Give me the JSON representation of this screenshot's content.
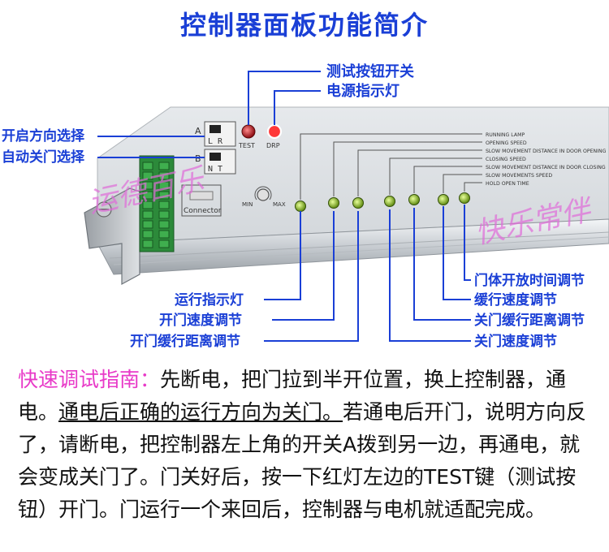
{
  "title": "控制器面板功能简介",
  "top_labels": {
    "test_button": "测试按钮开关",
    "power_indicator": "电源指示灯"
  },
  "left_labels": {
    "open_direction": "开启方向选择",
    "auto_close": "自动关门选择"
  },
  "panel_text": {
    "switch_a_letter": "A",
    "switch_a_options": "L  R",
    "switch_b_letter": "B",
    "switch_b_options": "N  T",
    "test_label": "TEST",
    "drp_label": "DRP",
    "knob_min": "MIN",
    "knob_max": "MAX",
    "connector": "Connector",
    "legend": [
      "RUNNING LAMP",
      "OPENING SPEED",
      "SLOW MOVEMENT DISTANCE IN DOOR OPENING",
      "CLOSING SPEED",
      "SLOW MOVEMENT DISTANCE IN DOOR CLOSING",
      "SLOW MOVEMENTS SPEED",
      "HOLD OPEN TIME"
    ]
  },
  "bottom_left_labels": {
    "running_light": "运行指示灯",
    "open_speed": "开门速度调节",
    "open_slow_distance": "开门缓行距离调节"
  },
  "bottom_right_labels": {
    "hold_open_time": "门体开放时间调节",
    "slow_speed": "缓行速度调节",
    "close_slow_distance": "关门缓行距离调节",
    "close_speed": "关门速度调节"
  },
  "watermarks": {
    "left": "运德百乐",
    "right": "快乐常伴"
  },
  "guide": {
    "heading": "快速调试指南：",
    "part1": "先断电，把门拉到半开位置，换上控制器，通电。",
    "underlined": "通电后正确的运行方向为关门。",
    "part2": "若通电后开门，说明方向反了，请断电，把控制器左上角的开关A拨到另一边，再通电，就会变成关门了。门关好后，按一下红灯左边的TEST键（测试按钮）开门。门运行一个来回后，控制器与电机就适配完成。"
  },
  "colors": {
    "label_blue": "#1a3fd6",
    "guide_pink": "#e83ac8",
    "watermark_pink": "#e06bd8",
    "led_green": "#a6d81a",
    "led_red": "#d8141c",
    "terminal_green": "#2c8a3a"
  }
}
